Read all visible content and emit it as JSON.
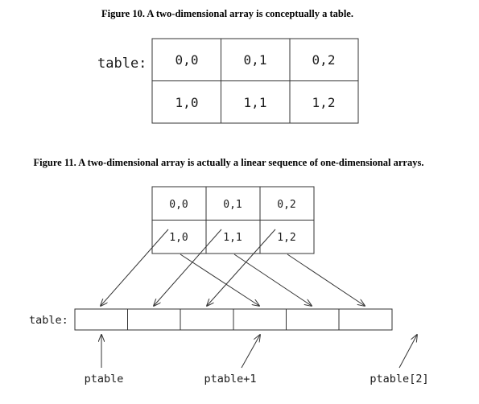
{
  "figure10": {
    "caption": "Figure 10. A two-dimensional array is conceptually a table.",
    "row_label": "table:",
    "cells": [
      [
        "0,0",
        "0,1",
        "0,2"
      ],
      [
        "1,0",
        "1,1",
        "1,2"
      ]
    ]
  },
  "figure11": {
    "caption": "Figure 11. A two-dimensional array is actually a linear sequence of one-dimensional arrays.",
    "cells": [
      [
        "0,0",
        "0,1",
        "0,2"
      ],
      [
        "1,0",
        "1,1",
        "1,2"
      ]
    ],
    "row_label": "table:",
    "slot_count": 6,
    "pointers": [
      "ptable",
      "ptable+1",
      "ptable[2]"
    ]
  }
}
